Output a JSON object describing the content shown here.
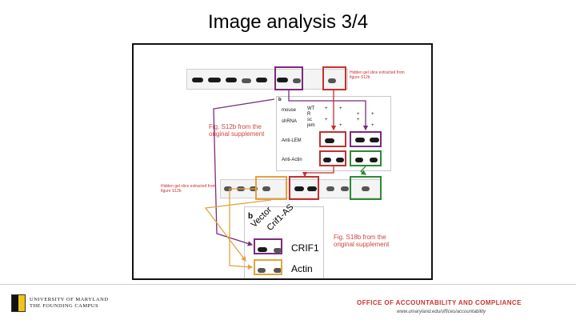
{
  "slide": {
    "title": "Image analysis 3/4"
  },
  "figure": {
    "note_top": "Hidden gel slice extracted from figure S12b",
    "panel_b_label": "b",
    "mouse_label": "mouse",
    "wt_label": "WT",
    "r_label": "R",
    "shrna_label": "shRNA",
    "sc_label": "sc",
    "jem_label": "jem",
    "plus_sign": "+",
    "anti_lem": "Anti-LEM",
    "anti_actin": "Anti-Actin",
    "s12b_label": "Fig. S12b from the original supplement",
    "note_mid": "Hidden gel slice extracted from figure S12b",
    "panel2_b": "b",
    "vector": "Vector",
    "crif1_as": "Crif1-AS",
    "crif1": "CRIF1",
    "actin": "Actin",
    "s18b_label": "Fig. S18b from the original supplement"
  },
  "footer": {
    "university": "UNIVERSITY OF MARYLAND",
    "campus": "THE FOUNDING CAMPUS",
    "office": "OFFICE OF ACCOUNTABILITY AND COMPLIANCE",
    "url": "www.umaryland.edu/offices/accountability"
  }
}
